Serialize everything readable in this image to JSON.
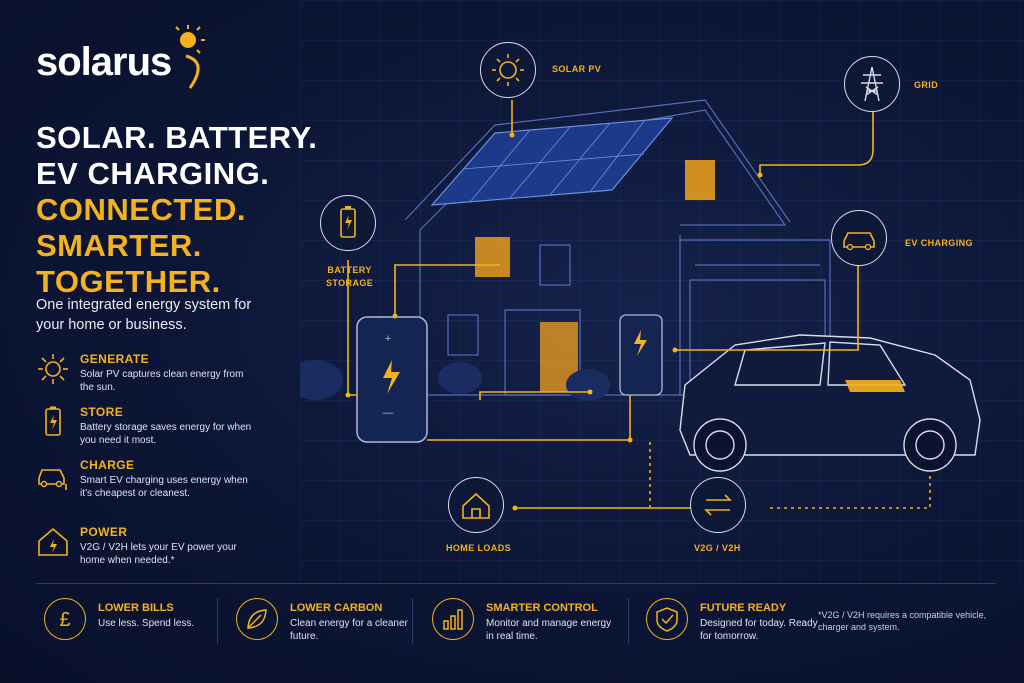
{
  "brand": {
    "name": "solarus"
  },
  "headline": {
    "line1": "SOLAR. BATTERY.",
    "line2": "EV CHARGING.",
    "line3": "CONNECTED.",
    "line4": "SMARTER.",
    "line5": "TOGETHER."
  },
  "subtitle": "One integrated energy system for your home or business.",
  "features": [
    {
      "title": "GENERATE",
      "desc": "Solar PV captures clean energy from the sun.",
      "icon": "sun-icon"
    },
    {
      "title": "STORE",
      "desc": "Battery storage saves energy for when you need it most.",
      "icon": "battery-icon"
    },
    {
      "title": "CHARGE",
      "desc": "Smart EV charging uses energy when it’s cheapest or cleanest.",
      "icon": "ev-plug-icon"
    },
    {
      "title": "POWER",
      "desc": "V2G / V2H lets your EV power your home when needed.*",
      "icon": "home-power-icon"
    }
  ],
  "diagram": {
    "solar_pv": "SOLAR PV",
    "grid": "GRID",
    "battery_storage_1": "BATTERY",
    "battery_storage_2": "STORAGE",
    "ev_charging": "EV CHARGING",
    "home_loads": "HOME LOADS",
    "v2g": "V2G / V2H"
  },
  "benefits": [
    {
      "title": "LOWER BILLS",
      "desc": "Use less. Spend less.",
      "icon": "pound-icon"
    },
    {
      "title": "LOWER CARBON",
      "desc": "Clean energy for a cleaner future.",
      "icon": "leaf-icon"
    },
    {
      "title": "SMARTER CONTROL",
      "desc": "Monitor and manage energy in real time.",
      "icon": "bar-chart-icon"
    },
    {
      "title": "FUTURE READY",
      "desc": "Designed for today. Ready for tomorrow.",
      "icon": "shield-check-icon"
    }
  ],
  "footnote": "*V2G / V2H requires a compatible vehicle, charger and system.",
  "colors": {
    "accent": "#f5b21c",
    "background": "#0b1330",
    "line": "#d8dcea"
  }
}
